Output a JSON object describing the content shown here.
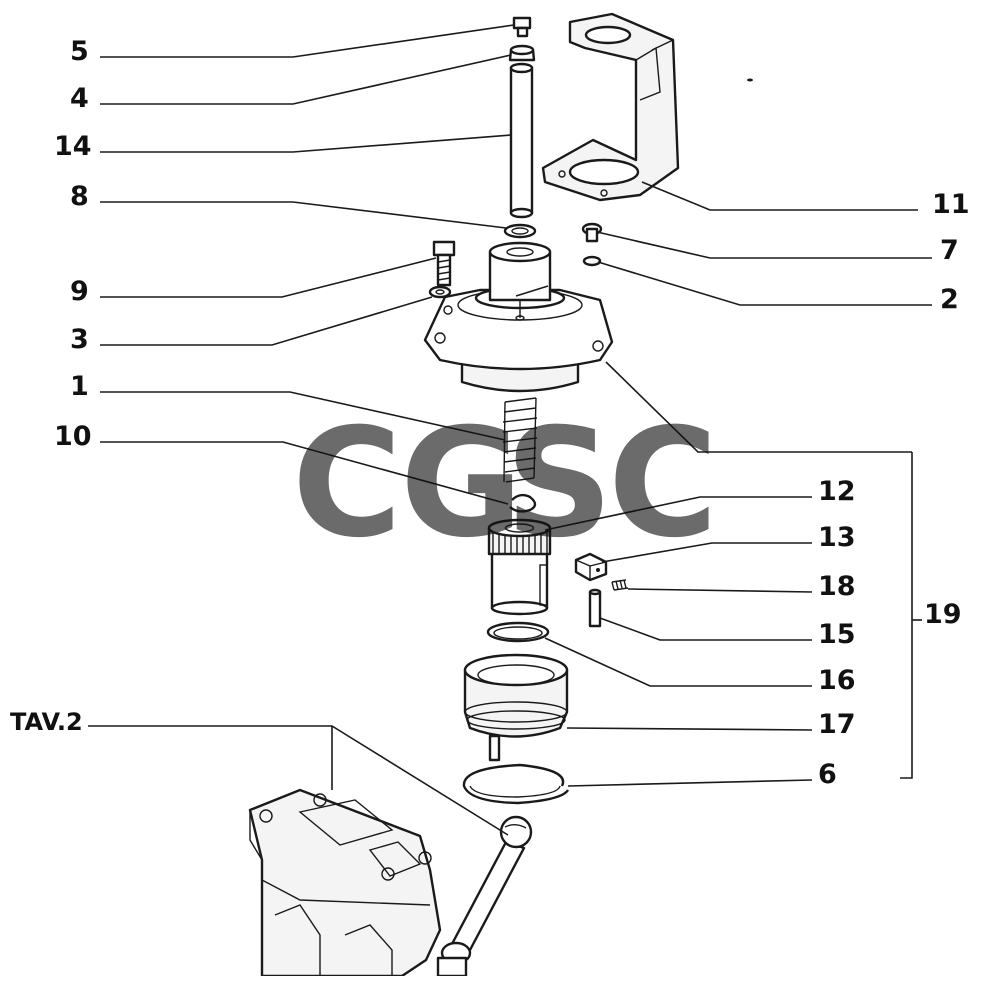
{
  "labels": {
    "p5": "5",
    "p4": "4",
    "p14": "14",
    "p8": "8",
    "p9": "9",
    "p3": "3",
    "p1": "1",
    "p10": "10",
    "p11": "11",
    "p7": "7",
    "p2": "2",
    "p12": "12",
    "p13": "13",
    "p18": "18",
    "p15": "15",
    "p16": "16",
    "p17": "17",
    "p6": "6",
    "p19": "19",
    "tav": "TAV.2"
  },
  "watermark": {
    "letters": [
      "C",
      "G",
      "S",
      "C"
    ],
    "colors": [
      "#4f8ef7",
      "#ef6f62",
      "#f7c948",
      "#3aa877"
    ]
  }
}
